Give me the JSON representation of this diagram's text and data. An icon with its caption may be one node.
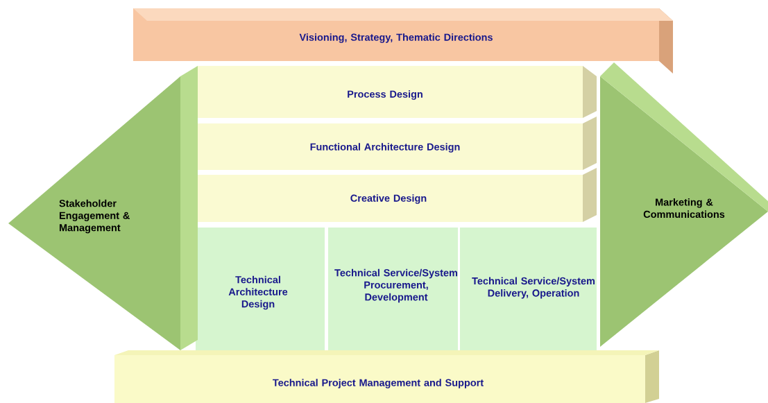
{
  "diagram": {
    "nodes": [
      {
        "text": [
          "Visioning, Strategy, Thematic Directions"
        ]
      },
      {
        "text": [
          "Process Design"
        ]
      },
      {
        "text": [
          "Functional Architecture Design"
        ]
      },
      {
        "text": [
          "Creative Design"
        ]
      },
      {
        "text": [
          "Technical Architecture Design"
        ]
      },
      {
        "text": [
          "Technical Service/System Procurement, Development"
        ]
      },
      {
        "text": [
          "Technical Service/System Delivery, Operation"
        ]
      },
      {
        "text": [
          "Stakeholder Engagement & Management"
        ]
      },
      {
        "text": [
          "Marketing & Communications"
        ]
      },
      {
        "text": [
          "Technical Project Management and Support"
        ]
      }
    ]
  }
}
